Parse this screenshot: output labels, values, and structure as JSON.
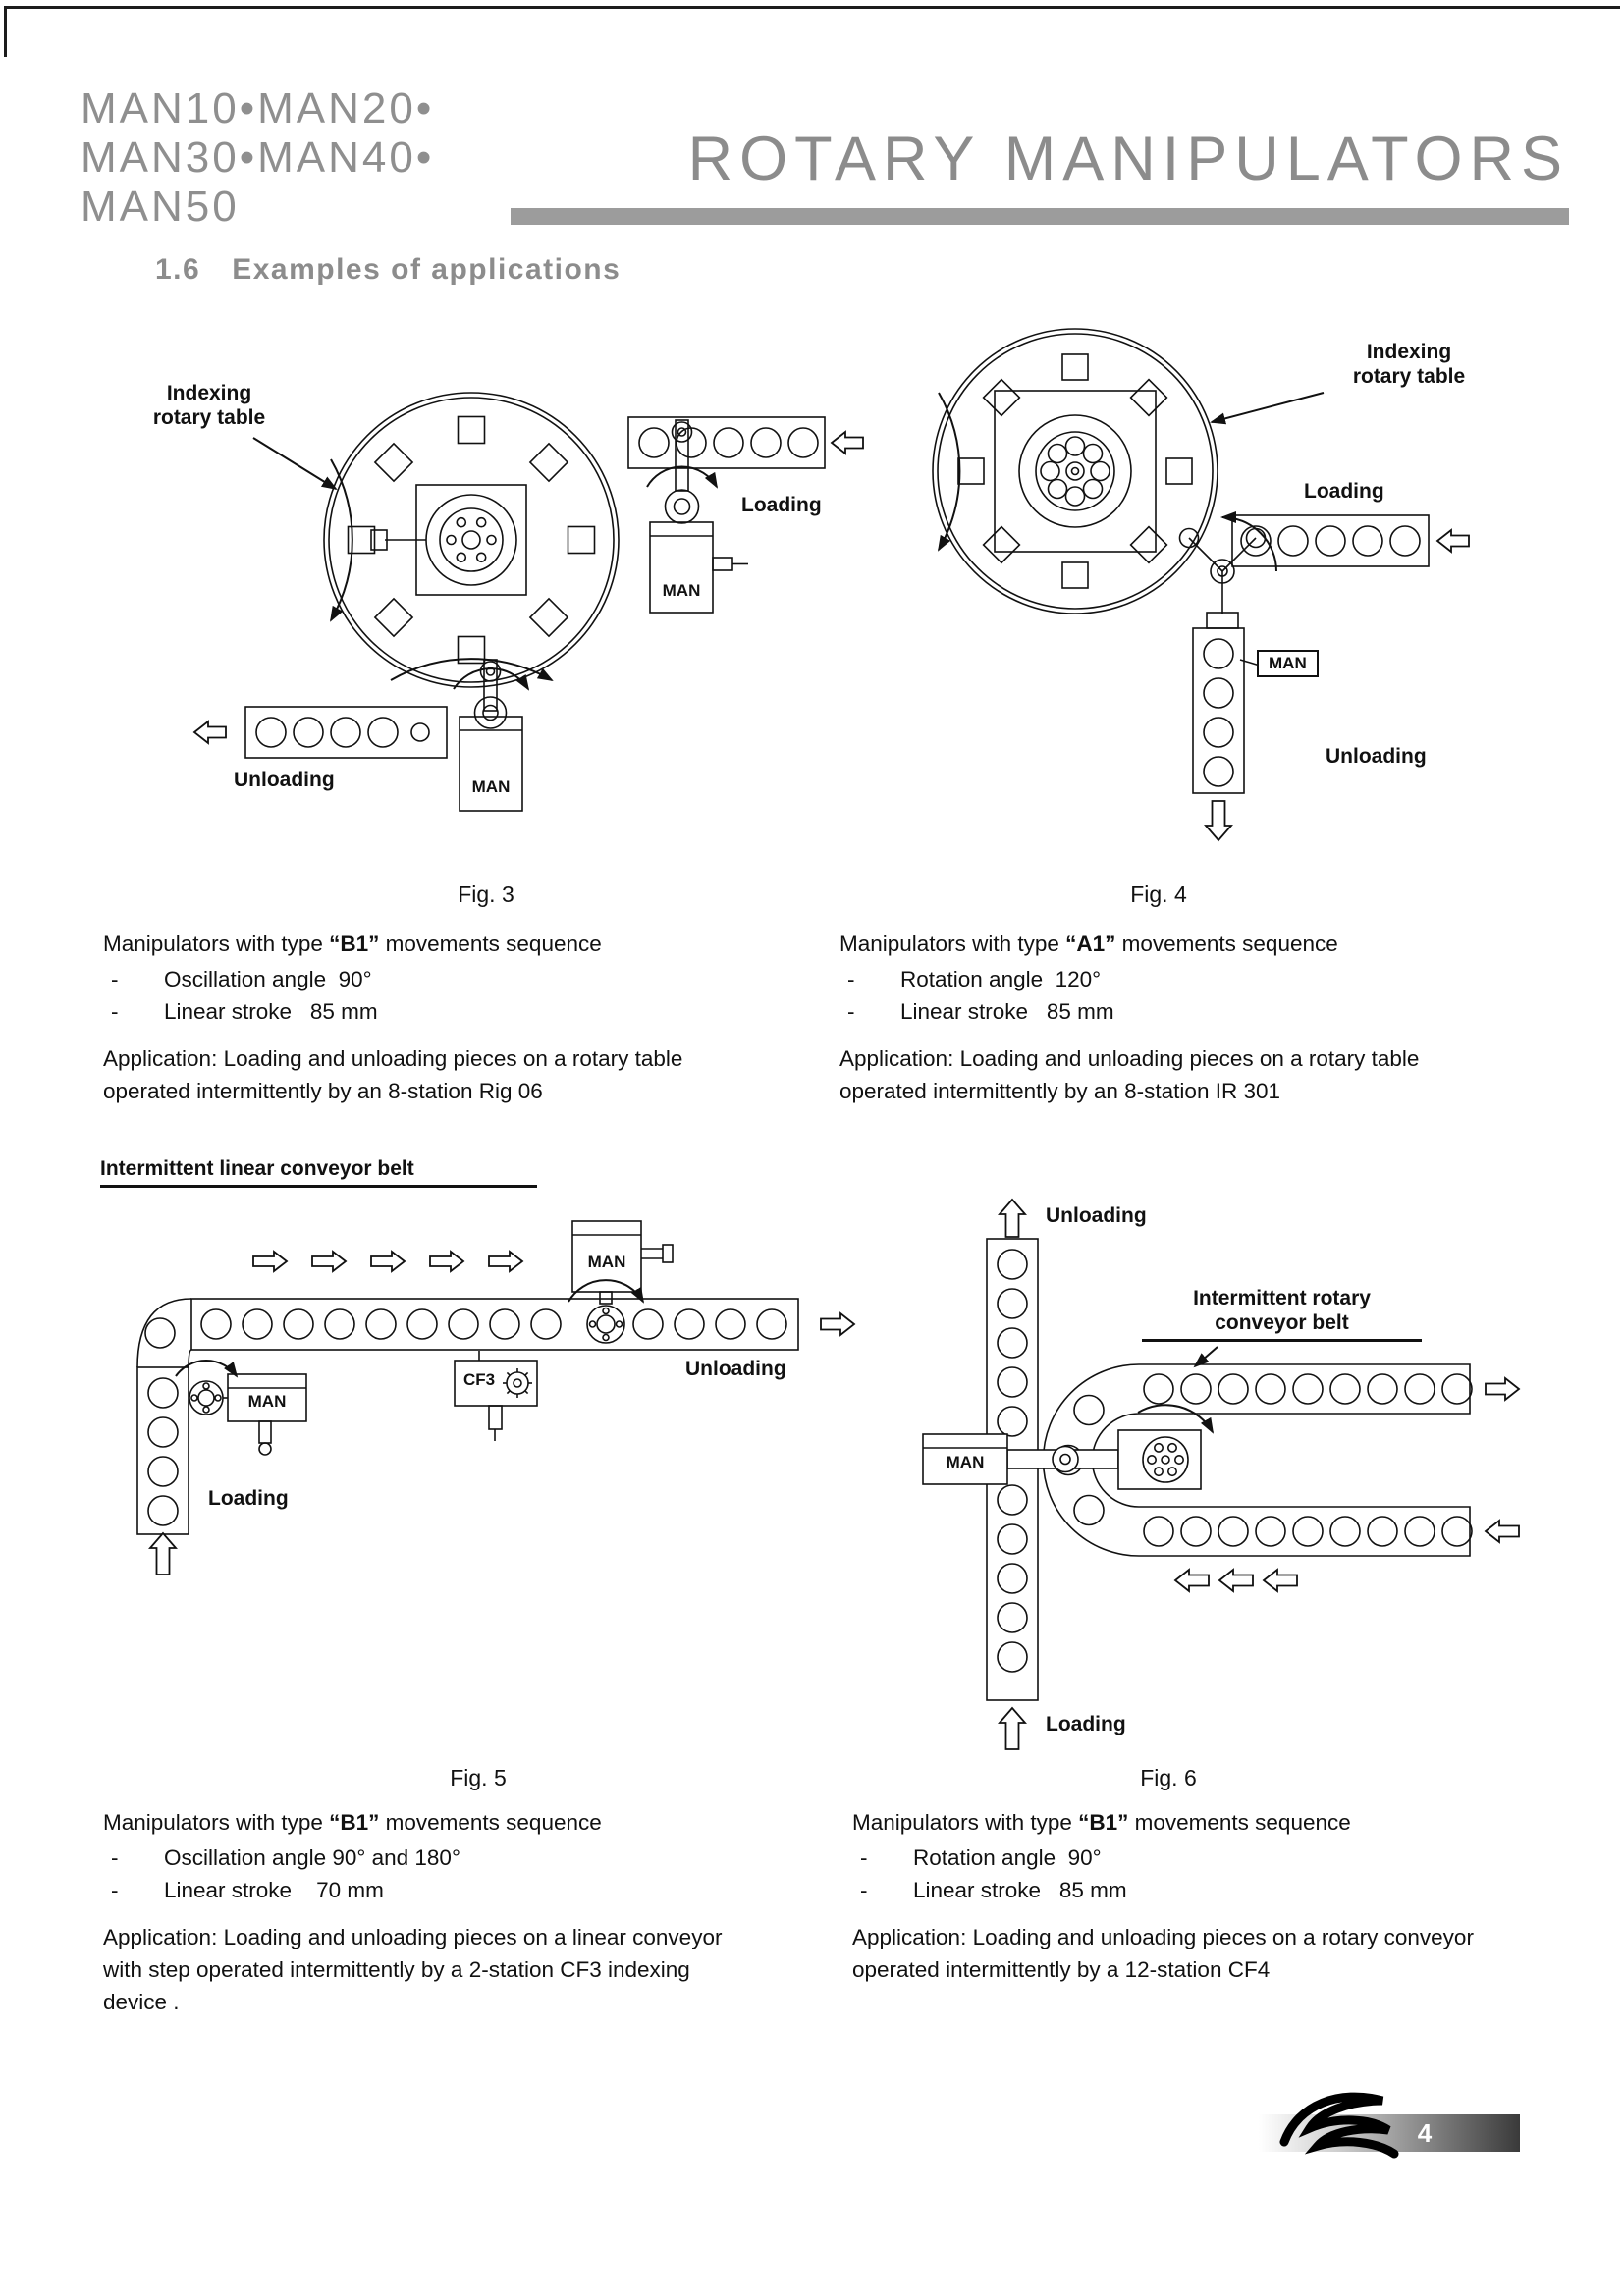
{
  "page": {
    "number": "4"
  },
  "ui": {
    "bullet_dash": "-"
  },
  "header": {
    "models": [
      "MAN10•MAN20•",
      "MAN30•MAN40•",
      "MAN50"
    ],
    "title": "ROTARY MANIPULATORS"
  },
  "section": {
    "number": "1.6",
    "title": "Examples of applications"
  },
  "figures": {
    "fig3": {
      "caption": "Fig. 3",
      "labels": {
        "indexing_table": "Indexing\nrotary table",
        "loading": "Loading",
        "unloading": "Unloading",
        "man_top": "MAN",
        "man_bottom": "MAN"
      },
      "text": {
        "title_prefix": "Manipulators with type ",
        "type": "“B1”",
        "title_suffix": " movements sequence",
        "bullets": [
          "Oscillation angle  90°",
          "Linear stroke   85 mm"
        ],
        "application": "Application: Loading and unloading pieces on a rotary table operated intermittently by an 8-station Rig 06"
      }
    },
    "fig4": {
      "caption": "Fig. 4",
      "labels": {
        "indexing_table": "Indexing\nrotary table",
        "loading": "Loading",
        "unloading": "Unloading",
        "man": "MAN"
      },
      "text": {
        "title_prefix": "Manipulators with type ",
        "type": "“A1”",
        "title_suffix": " movements sequence",
        "bullets": [
          "Rotation angle  120°",
          "Linear stroke   85 mm"
        ],
        "application": "Application: Loading and unloading pieces on a rotary table operated intermittently by an 8-station IR 301"
      }
    },
    "fig5": {
      "caption": "Fig. 5",
      "labels": {
        "belt": "Intermittent linear conveyor belt",
        "man_top": "MAN",
        "man_left": "MAN",
        "cf3": "CF3",
        "loading": "Loading",
        "unloading": "Unloading"
      },
      "text": {
        "title_prefix": "Manipulators with type ",
        "type": "“B1”",
        "title_suffix": " movements sequence",
        "bullets": [
          "Oscillation angle 90° and 180°",
          "Linear stroke    70 mm"
        ],
        "application": "Application: Loading and unloading pieces on a linear conveyor with step operated intermittently by a 2-station CF3 indexing device ."
      }
    },
    "fig6": {
      "caption": "Fig. 6",
      "labels": {
        "belt": "Intermittent rotary\nconveyor belt",
        "man": "MAN",
        "loading": "Loading",
        "unloading": "Unloading"
      },
      "text": {
        "title_prefix": "Manipulators with type ",
        "type": "“B1”",
        "title_suffix": " movements sequence",
        "bullets": [
          "Rotation angle  90°",
          "Linear stroke   85 mm"
        ],
        "application": "Application: Loading and unloading pieces on a rotary conveyor operated intermittently by a 12-station CF4"
      }
    }
  }
}
